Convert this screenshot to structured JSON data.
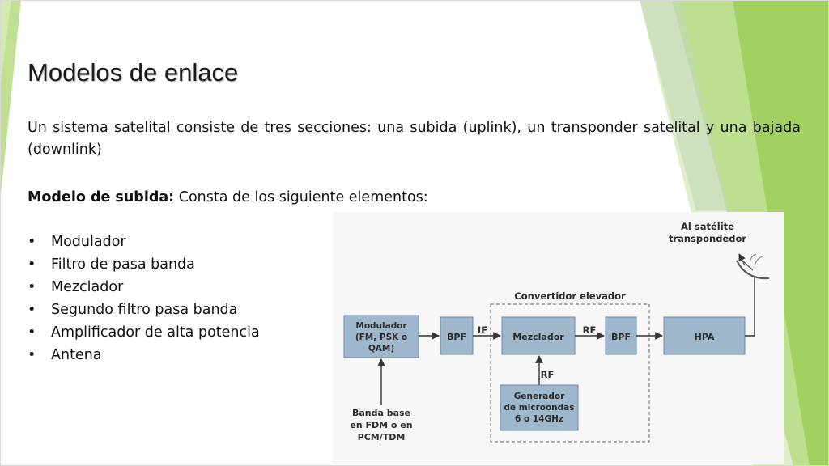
{
  "slide": {
    "title": "Modelos de enlace",
    "intro": "Un sistema satelital consiste de tres secciones: una subida (uplink), un transponder satelital y una bajada (downlink)",
    "model_heading": "Modelo de subida:",
    "model_text": " Consta de los siguiente elementos:",
    "bullets": [
      "Modulador",
      "Filtro de pasa banda",
      "Mezclador",
      "Segundo filtro pasa banda",
      "Amplificador de alta potencia",
      "Antena"
    ]
  },
  "diagram": {
    "satellite_label": [
      "Al satélite",
      "transpondedor"
    ],
    "converter_label": "Convertidor elevador",
    "modulator": [
      "Modulador",
      "(FM, PSK o",
      "QAM)"
    ],
    "bpf1": "BPF",
    "if_label": "IF",
    "mixer": "Mezclador",
    "rf_label_top": "RF",
    "bpf2": "BPF",
    "hpa": "HPA",
    "rf_label_bottom": "RF",
    "generator": [
      "Generador",
      "de microondas",
      "6 o 14GHz"
    ],
    "baseband": [
      "Banda base",
      "en FDM o en",
      "PCM/TDM"
    ]
  },
  "colors": {
    "green_light": "#c9e3a0",
    "green_mid": "#9fcf5c",
    "green_dark": "#8fbf5a",
    "box_fill": "#9fb7cc",
    "box_stroke": "#6f8aa3",
    "arrow": "#333333"
  },
  "icons": {
    "antenna": "satellite-dish-icon"
  }
}
